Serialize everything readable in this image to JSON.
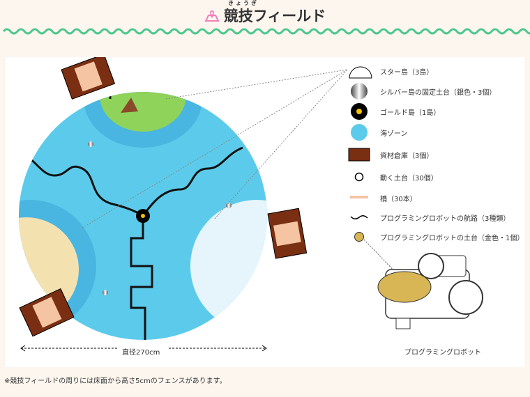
{
  "header": {
    "title": "競技フィールド",
    "ruby": "きょうぎ",
    "accent": "#f27fb8",
    "wave_color": "#4ec78f"
  },
  "legend": [
    {
      "icon": "half-circle-icon",
      "label": "スター島（3島）"
    },
    {
      "icon": "silver-circle-icon",
      "label": "シルバー島の固定土台（銀色・3個）"
    },
    {
      "icon": "gold-island-icon",
      "label": "ゴールド島（1島）"
    },
    {
      "icon": "sea-circle-icon",
      "label": "海ゾーン"
    },
    {
      "icon": "warehouse-rect-icon",
      "label": "資材倉庫（3個）"
    },
    {
      "icon": "ring-icon",
      "label": "動く土台（30個）"
    },
    {
      "icon": "bridge-line-icon",
      "label": "橋（30本）"
    },
    {
      "icon": "wave-line-icon",
      "label": "プログラミングロボットの航路（3種類）"
    },
    {
      "icon": "gold-dot-icon",
      "label": "プログラミングロボットの土台（金色・1個）"
    }
  ],
  "diameter_label": "直径270cm",
  "robot_label": "プログラミングロボット",
  "note": "※競技フィールドの周りには床面から高さ5cmのフェンスがあります。",
  "colors": {
    "sea": "#5ccbeb",
    "warehouse": "#7a2e12",
    "bridge": "#f5c4a2",
    "gold": "#d8b656"
  }
}
